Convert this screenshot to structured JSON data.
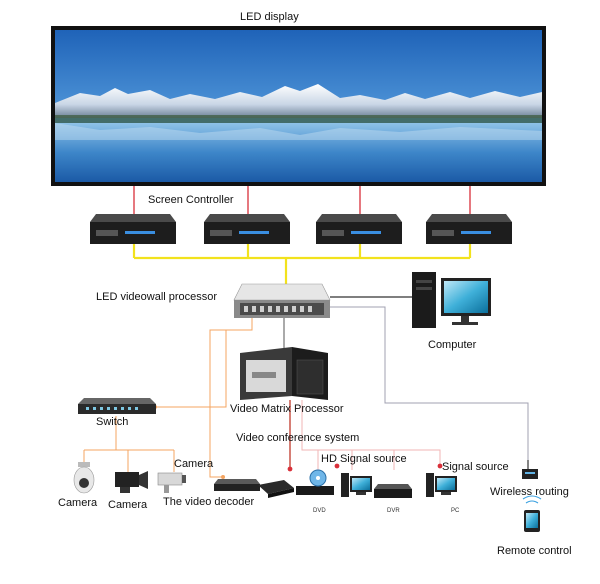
{
  "labels": {
    "led_display": "LED  display",
    "screen_controller": "Screen  Controller",
    "videowall_processor": "LED videowall processor",
    "computer": "Computer",
    "matrix_processor": "Video Matrix Processor",
    "switch": "Switch",
    "conference_system": "Video conference system",
    "hd_signal_source": "HD Signal source",
    "signal_source": "Signal source",
    "camera_top": "Camera",
    "camera_1": "Camera",
    "camera_2": "Camera",
    "video_decoder": "The video decoder",
    "wireless_routing": "Wireless routing",
    "remote_control": "Remote control",
    "dvd": "DVD",
    "dvr": "DVR",
    "pc": "PC"
  },
  "colors": {
    "controller_to_display": "#d9303a",
    "controller_bus": "#f2e21c",
    "computer_link": "#333333",
    "orange_link": "#f4a460",
    "red_link": "#c0392b",
    "pink_link": "#f2b6b6",
    "gray_link": "#a0a0b0"
  }
}
